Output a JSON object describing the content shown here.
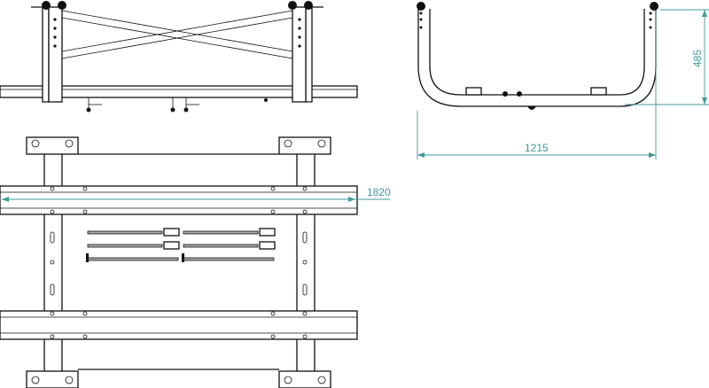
{
  "drawing": {
    "dimensions": {
      "length": "1820",
      "width": "1215",
      "height": "485"
    },
    "colors": {
      "line": "#111111",
      "dimension": "#3f9a9a"
    }
  }
}
